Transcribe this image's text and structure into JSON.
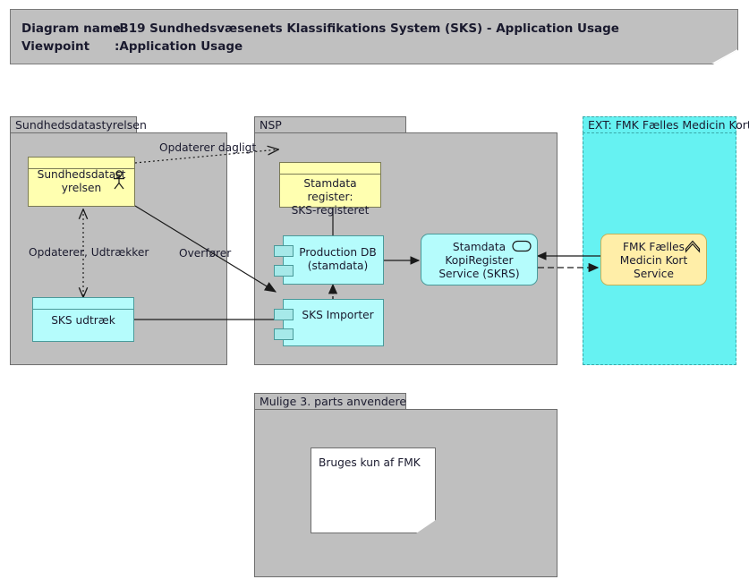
{
  "header": {
    "name": "header-note",
    "rows": [
      {
        "key": "Diagram name",
        "sep": ": ",
        "value": "B19 Sundhedsvæsenets Klassifikations System (SKS) - Application Usage"
      },
      {
        "key": "Viewpoint",
        "sep": ": ",
        "value": "Application Usage"
      }
    ]
  },
  "groups": {
    "sds": {
      "label": "Sundhedsdatastyrelsen"
    },
    "nsp": {
      "label": "NSP"
    },
    "ext": {
      "label": "EXT: FMK Fælles Medicin Kort"
    },
    "third": {
      "label": "Mulige 3. parts anvendere"
    }
  },
  "nodes": {
    "actor_sds": {
      "label": "Sundhedsdatast\nyrelsen",
      "icon": "actor-icon",
      "fill": "#ffffb0"
    },
    "sks_udtraek": {
      "label": "SKS udtræk",
      "fill": "#b5fcfc"
    },
    "stamdata_reg": {
      "label": "Stamdata register:\nSKS-registeret",
      "fill": "#ffffb0"
    },
    "production_db": {
      "label": "Production DB\n(stamdata)",
      "fill": "#b5fcfc"
    },
    "sks_importer": {
      "label": "SKS Importer",
      "fill": "#b5fcfc"
    },
    "skrs_service": {
      "label": "Stamdata\nKopiRegister\nService (SKRS)",
      "icon": "service-oval-icon",
      "fill": "#b5fcfc"
    },
    "fmk_service": {
      "label": "FMK Fælles\nMedicin Kort\nService",
      "icon": "chevron-up-icon",
      "fill": "#ffeea8"
    }
  },
  "note": {
    "label": "Bruges kun af FMK"
  },
  "edges": [
    {
      "id": "opdaterer-dagligt",
      "label": "Opdaterer dagligt",
      "style": "dotted",
      "arrow": "open"
    },
    {
      "id": "opdaterer-udtraekker",
      "label": "Opdaterer, Udtrækker",
      "style": "dotted",
      "arrow": "double-open"
    },
    {
      "id": "overfoerer",
      "label": "Overfører",
      "style": "solid",
      "arrow": "filled"
    },
    {
      "id": "udtraek-to-importer",
      "label": "",
      "style": "solid",
      "arrow": "none"
    },
    {
      "id": "stamdata-to-proddb",
      "label": "",
      "style": "solid",
      "arrow": "none"
    },
    {
      "id": "importer-to-proddb",
      "label": "",
      "style": "dotted",
      "arrow": "filled"
    },
    {
      "id": "proddb-to-skrs",
      "label": "",
      "style": "solid",
      "arrow": "filled"
    },
    {
      "id": "fmk-to-skrs",
      "label": "",
      "style": "solid",
      "arrow": "filled"
    },
    {
      "id": "skrs-to-fmk",
      "label": "",
      "style": "dashed",
      "arrow": "filled"
    }
  ],
  "colors": {
    "group_grey": "#bfbfbf",
    "group_border": "#6e6e6e",
    "ext_cyan": "#66f2f2",
    "yellow": "#ffffb0",
    "cyan": "#b5fcfc",
    "service_yellow": "#ffeea8",
    "line": "#1a1a1a",
    "canvas": "#ffffff"
  }
}
